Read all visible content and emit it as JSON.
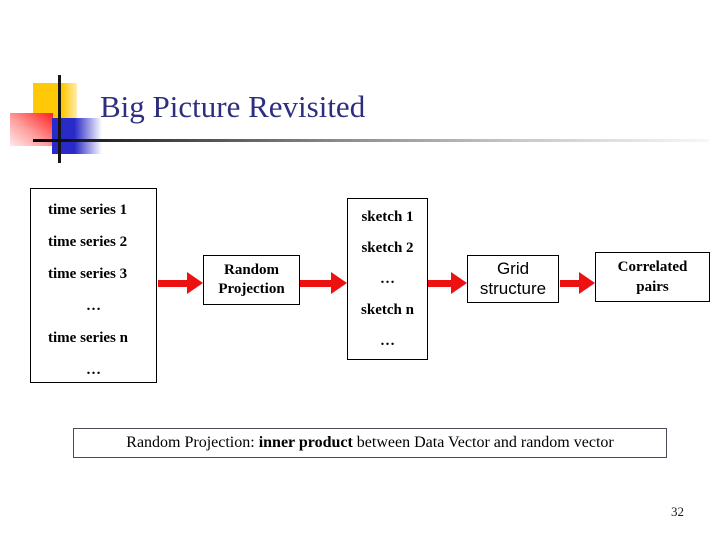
{
  "slide": {
    "title": "Big Picture Revisited",
    "page_number": "32"
  },
  "diagram": {
    "time_series_box": {
      "items": [
        "time series 1",
        "time series 2",
        "time series 3",
        "…",
        "time series n",
        "…"
      ]
    },
    "random_projection_box": {
      "line1": "Random",
      "line2": "Projection"
    },
    "sketch_box": {
      "items": [
        "sketch 1",
        "sketch 2",
        "…",
        "sketch n",
        "…"
      ]
    },
    "grid_box": {
      "line1": "Grid",
      "line2": "structure"
    },
    "correlated_box": {
      "line1": "Correlated",
      "line2": "pairs"
    }
  },
  "caption": {
    "prefix": "Random Projection: ",
    "bold": "inner product",
    "suffix": " between Data Vector and random vector"
  },
  "colors": {
    "arrow_red": "#ee1111",
    "title_navy": "#2e2e7f",
    "accent_yellow": "#ffc907",
    "accent_red": "#ff1f1f",
    "accent_blue": "#2a2ac8"
  }
}
